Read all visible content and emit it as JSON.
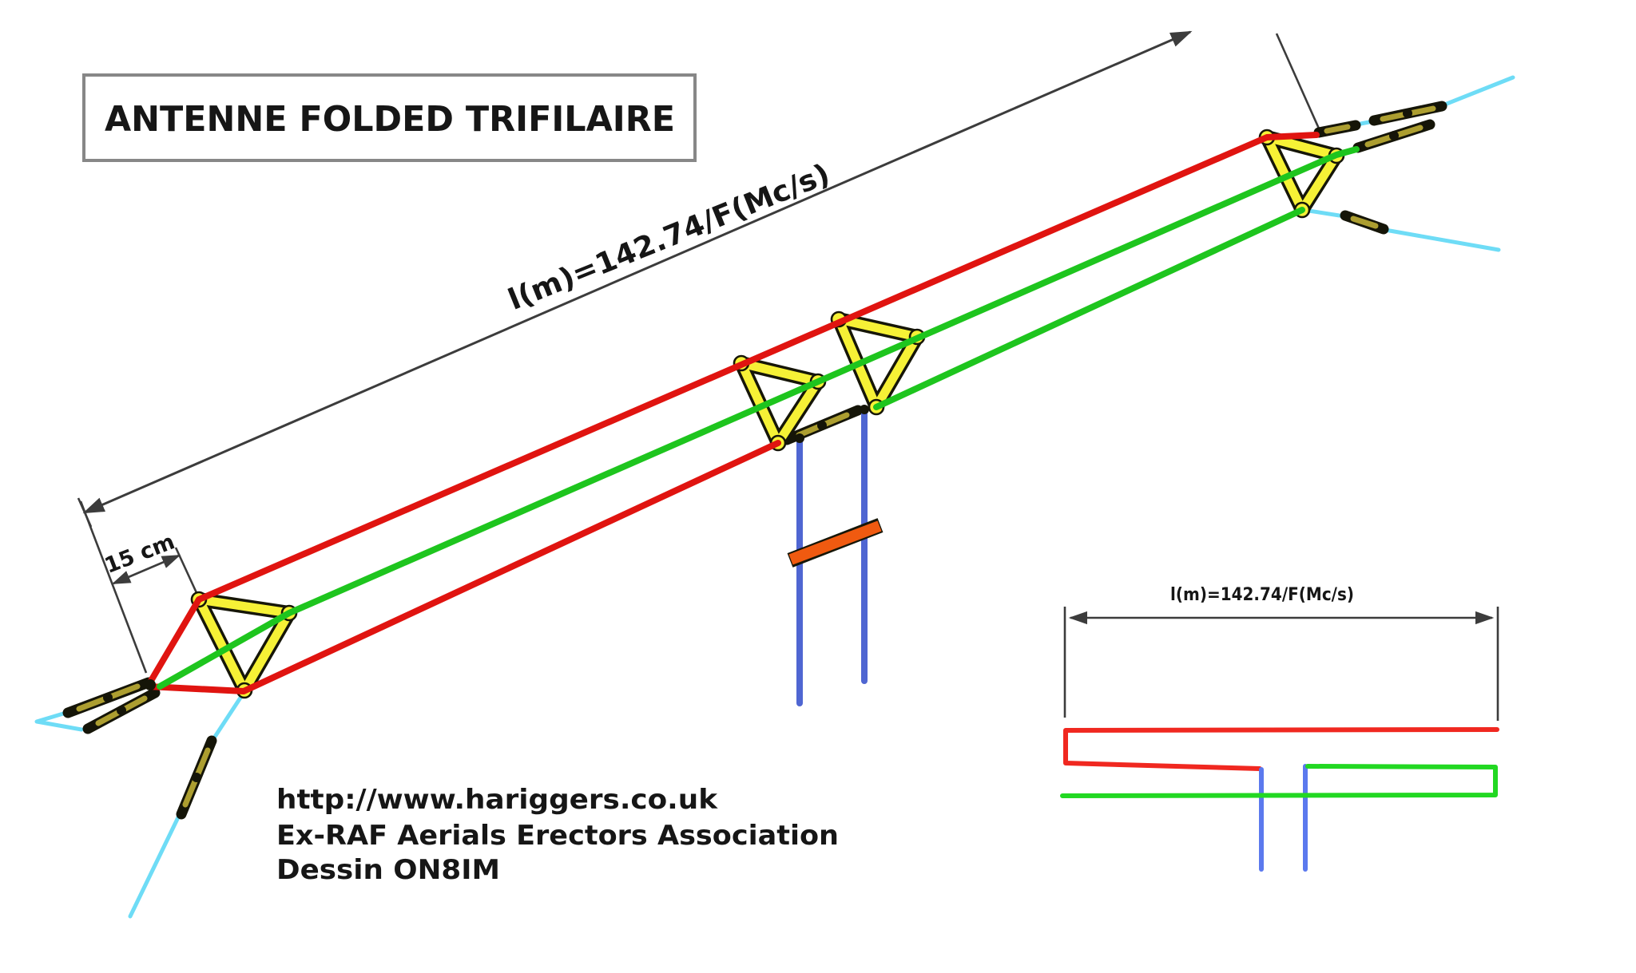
{
  "title": "ANTENNE FOLDED TRIFILAIRE",
  "diagram": {
    "length_formula": "l(m)=142.74/F(Mc/s)",
    "spreader_width": "15 cm"
  },
  "inset": {
    "length_formula": "l(m)=142.74/F(Mc/s)"
  },
  "credits": {
    "url": "http://www.hariggers.co.uk",
    "association": "Ex-RAF Aerials Erectors Association",
    "author": "Dessin ON8IM"
  },
  "colors": {
    "wire_red": "#e01410",
    "wire_green": "#1ec51e",
    "feeder_blue": "#4f66d2",
    "guy_cyan": "#6edcf6",
    "spreader_yellow": "#f6f136",
    "insulator_olive": "#ac9e30",
    "spacer_orange": "#f05a10",
    "dimension_line": "#3c3c3c"
  }
}
